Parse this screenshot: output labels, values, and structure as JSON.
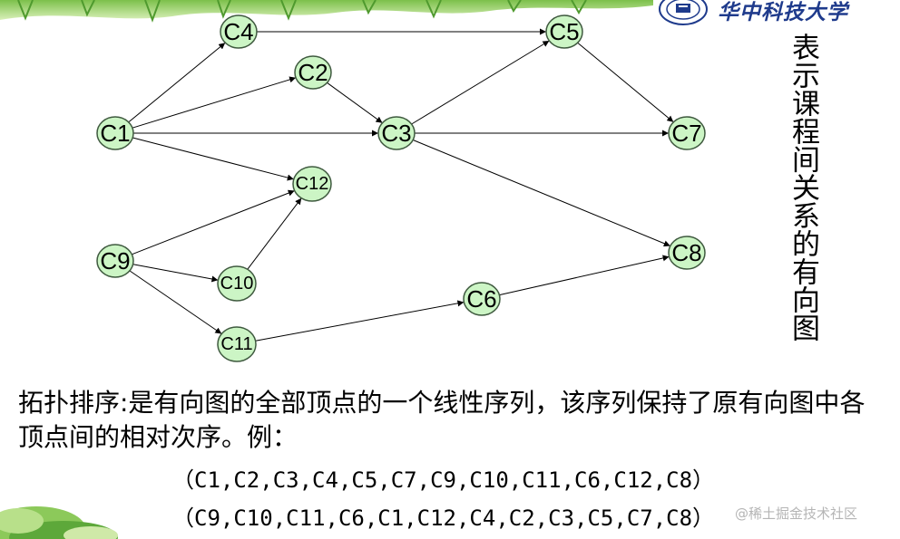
{
  "header": {
    "university_name": "华中科技大学"
  },
  "graph": {
    "nodes": [
      {
        "id": "C4",
        "label": "C4"
      },
      {
        "id": "C2",
        "label": "C2"
      },
      {
        "id": "C5",
        "label": "C5"
      },
      {
        "id": "C1",
        "label": "C1"
      },
      {
        "id": "C3",
        "label": "C3"
      },
      {
        "id": "C7",
        "label": "C7"
      },
      {
        "id": "C12",
        "label": "C12"
      },
      {
        "id": "C9",
        "label": "C9"
      },
      {
        "id": "C8",
        "label": "C8"
      },
      {
        "id": "C10",
        "label": "C10"
      },
      {
        "id": "C6",
        "label": "C6"
      },
      {
        "id": "C11",
        "label": "C11"
      }
    ],
    "edges": [
      {
        "from": "C1",
        "to": "C4"
      },
      {
        "from": "C1",
        "to": "C2"
      },
      {
        "from": "C1",
        "to": "C3"
      },
      {
        "from": "C1",
        "to": "C12"
      },
      {
        "from": "C4",
        "to": "C5"
      },
      {
        "from": "C2",
        "to": "C3"
      },
      {
        "from": "C3",
        "to": "C5"
      },
      {
        "from": "C3",
        "to": "C7"
      },
      {
        "from": "C3",
        "to": "C8"
      },
      {
        "from": "C5",
        "to": "C7"
      },
      {
        "from": "C9",
        "to": "C12"
      },
      {
        "from": "C9",
        "to": "C10"
      },
      {
        "from": "C9",
        "to": "C11"
      },
      {
        "from": "C10",
        "to": "C12"
      },
      {
        "from": "C11",
        "to": "C6"
      },
      {
        "from": "C6",
        "to": "C8"
      }
    ]
  },
  "side_title": "表示课程间关系的有向图",
  "definition": {
    "text": "拓扑排序:是有向图的全部顶点的一个线性序列，该序列保持了原有向图中各顶点间的相对次序。例："
  },
  "sequences": [
    "（C1,C2,C3,C4,C5,C7,C9,C10,C11,C6,C12,C8）",
    "（C9,C10,C11,C6,C1,C12,C4,C2,C3,C5,C7,C8）"
  ],
  "watermark": "@稀土掘金技术社区",
  "colors": {
    "node_fill": "#ccf5c5",
    "node_stroke": "#3f5a3f",
    "logo_blue": "#1f3b8c"
  }
}
